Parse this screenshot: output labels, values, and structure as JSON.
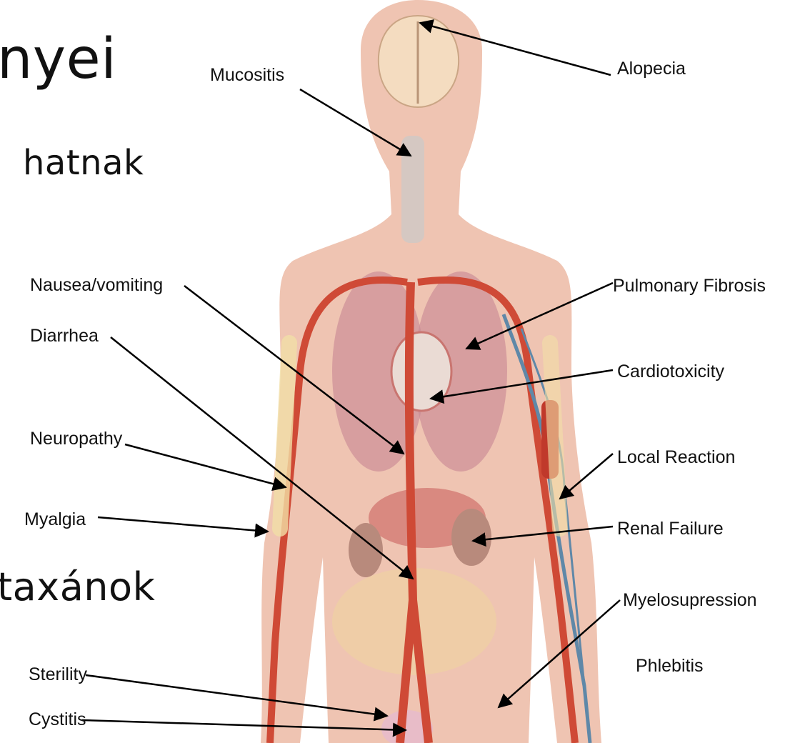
{
  "slide": {
    "heading_fragment": "nyei",
    "line2_fragment": "hatnak",
    "line3_fragment": "taxánok"
  },
  "diagram": {
    "labels": {
      "alopecia": "Alopecia",
      "mucositis": "Mucositis",
      "nausea": "Nausea/vomiting",
      "diarrhea": "Diarrhea",
      "neuropathy": "Neuropathy",
      "myalgia": "Myalgia",
      "sterility": "Sterility",
      "cystitis": "Cystitis",
      "pulmonary": "Pulmonary Fibrosis",
      "cardio": "Cardiotoxicity",
      "local": "Local Reaction",
      "renal": "Renal Failure",
      "myelo": "Myelosupression",
      "phlebitis": "Phlebitis"
    },
    "colors": {
      "skin": "#efc4b2",
      "artery": "#cf4a36",
      "vein": "#5f88a8",
      "organ": "#c98a95",
      "bone": "#f1dfa6"
    }
  }
}
